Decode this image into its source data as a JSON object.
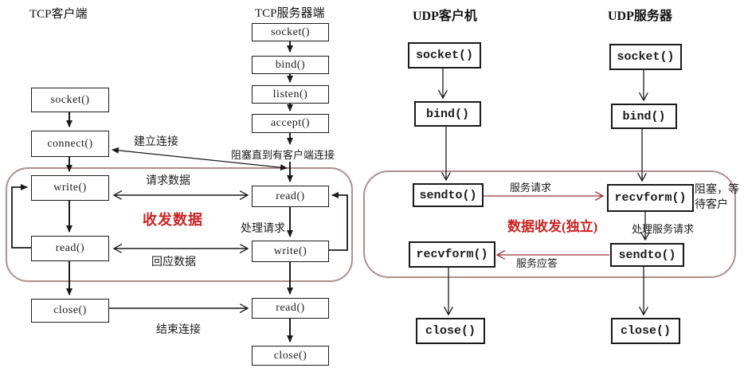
{
  "tcp": {
    "client_title": "TCP客户端",
    "server_title": "TCP服务器端",
    "client": {
      "socket": "socket()",
      "connect": "connect()",
      "write": "write()",
      "read": "read()",
      "close": "close()"
    },
    "server": {
      "socket": "socket()",
      "bind": "bind()",
      "listen": "listen()",
      "accept": "accept()",
      "read1": "read()",
      "write": "write()",
      "read2": "read()",
      "close": "close()"
    },
    "labels": {
      "establish_connection": "建立连接",
      "block_until_client_connects": "阻塞直到有客户端连接",
      "request_data": "请求数据",
      "send_receive_data": "收发数据",
      "process_request": "处理请求",
      "response_data": "回应数据",
      "end_connection": "结束连接"
    }
  },
  "udp": {
    "client_title": "UDP客户机",
    "server_title": "UDP服务器",
    "client": {
      "socket": "socket()",
      "bind": "bind()",
      "sendto": "sendto()",
      "recvform": "recvform()",
      "close": "close()"
    },
    "server": {
      "socket": "socket()",
      "bind": "bind()",
      "recvform": "recvform()",
      "sendto": "sendto()",
      "close": "close()"
    },
    "labels": {
      "service_request": "服务请求",
      "block_wait_client": "阻塞，等待客户",
      "data_exchange_independent": "数据收发(独立)",
      "process_service_request": "处理服务请求",
      "service_reply": "服务应答"
    }
  },
  "colors": {
    "zone_border": "#b18d8d",
    "red_text": "#cc2222",
    "red_arrow": "#993333",
    "line": "#1a1a1a"
  }
}
